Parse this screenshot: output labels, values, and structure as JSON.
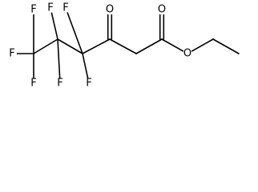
{
  "molecule": {
    "colors": {
      "bond": "#000000",
      "label": "#000000",
      "background": "#ffffff"
    },
    "atoms": [
      {
        "id": "f1",
        "element": "F",
        "label": "F"
      },
      {
        "id": "f2",
        "element": "F",
        "label": "F"
      },
      {
        "id": "f3",
        "element": "F",
        "label": "F"
      },
      {
        "id": "c_cf3",
        "element": "C",
        "label": ""
      },
      {
        "id": "f4",
        "element": "F",
        "label": "F"
      },
      {
        "id": "f5",
        "element": "F",
        "label": "F"
      },
      {
        "id": "c_cf2a",
        "element": "C",
        "label": ""
      },
      {
        "id": "f6",
        "element": "F",
        "label": "F"
      },
      {
        "id": "f7",
        "element": "F",
        "label": "F"
      },
      {
        "id": "c_cf2b",
        "element": "C",
        "label": ""
      },
      {
        "id": "c_keto",
        "element": "C",
        "label": ""
      },
      {
        "id": "o_keto",
        "element": "O",
        "label": "O"
      },
      {
        "id": "c_ch2",
        "element": "C",
        "label": ""
      },
      {
        "id": "c_ester",
        "element": "C",
        "label": ""
      },
      {
        "id": "o_carbonyl",
        "element": "O",
        "label": "O"
      },
      {
        "id": "o_ether",
        "element": "O",
        "label": "O"
      },
      {
        "id": "c_ethyl1",
        "element": "C",
        "label": ""
      },
      {
        "id": "c_ethyl2",
        "element": "C",
        "label": ""
      }
    ],
    "bonds": [
      {
        "from": "f1",
        "to": "c_cf3",
        "order": 1
      },
      {
        "from": "f2",
        "to": "c_cf3",
        "order": 1
      },
      {
        "from": "f3",
        "to": "c_cf3",
        "order": 1
      },
      {
        "from": "c_cf3",
        "to": "c_cf2a",
        "order": 1
      },
      {
        "from": "c_cf2a",
        "to": "f4",
        "order": 1
      },
      {
        "from": "c_cf2a",
        "to": "f5",
        "order": 1
      },
      {
        "from": "c_cf2a",
        "to": "c_cf2b",
        "order": 1
      },
      {
        "from": "c_cf2b",
        "to": "f6",
        "order": 1
      },
      {
        "from": "c_cf2b",
        "to": "f7",
        "order": 1
      },
      {
        "from": "c_cf2b",
        "to": "c_keto",
        "order": 1
      },
      {
        "from": "c_keto",
        "to": "o_keto",
        "order": 2
      },
      {
        "from": "c_keto",
        "to": "c_ch2",
        "order": 1
      },
      {
        "from": "c_ch2",
        "to": "c_ester",
        "order": 1
      },
      {
        "from": "c_ester",
        "to": "o_carbonyl",
        "order": 2
      },
      {
        "from": "c_ester",
        "to": "o_ether",
        "order": 1
      },
      {
        "from": "o_ether",
        "to": "c_ethyl1",
        "order": 1
      },
      {
        "from": "c_ethyl1",
        "to": "c_ethyl2",
        "order": 1
      }
    ]
  }
}
